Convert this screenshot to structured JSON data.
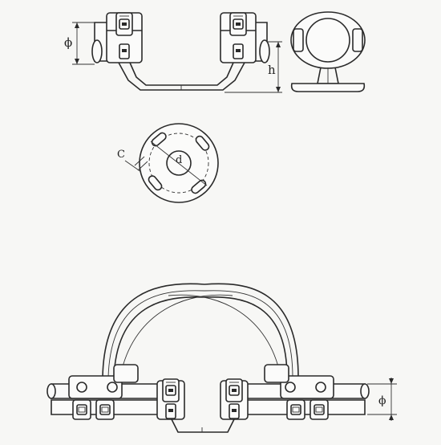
{
  "labels": {
    "phi_top": "ϕ",
    "h": "h",
    "c": "C",
    "d": "d",
    "phi_bottom": "ϕ"
  }
}
